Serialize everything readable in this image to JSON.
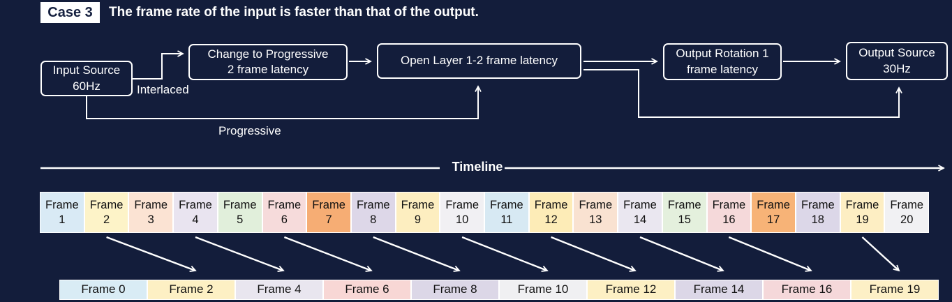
{
  "colors": {
    "background": "#131d3b",
    "line": "#ffffff",
    "box_border": "#ffffff",
    "box_text": "#ffffff",
    "case_box_bg": "#ffffff",
    "case_box_text": "#15203f",
    "frame_text": "#111111"
  },
  "header": {
    "case_label": "Case 3",
    "title": "The frame rate of the input is faster than that of the output."
  },
  "flowchart": {
    "nodes": {
      "input": {
        "line1": "Input Source",
        "line2": "60Hz"
      },
      "progressive": {
        "line1": "Change to Progressive",
        "line2": "2 frame latency"
      },
      "openlayer": {
        "line1": "Open Layer 1-2 frame latency",
        "line2": ""
      },
      "rotation": {
        "line1": "Output Rotation 1",
        "line2": "frame latency"
      },
      "output": {
        "line1": "Output Source",
        "line2": "30Hz"
      }
    },
    "edge_labels": {
      "interlaced": "Interlaced",
      "progressive": "Progressive"
    }
  },
  "timeline": {
    "label": "Timeline"
  },
  "input_frames": [
    {
      "label": "Frame",
      "number": "1",
      "color": "#d9eaf5"
    },
    {
      "label": "Frame",
      "number": "2",
      "color": "#fdf3c8"
    },
    {
      "label": "Frame",
      "number": "3",
      "color": "#fbe3d3"
    },
    {
      "label": "Frame",
      "number": "4",
      "color": "#e9e4f0"
    },
    {
      "label": "Frame",
      "number": "5",
      "color": "#e1efdb"
    },
    {
      "label": "Frame",
      "number": "6",
      "color": "#f6dbdb"
    },
    {
      "label": "Frame",
      "number": "7",
      "color": "#f6ad74"
    },
    {
      "label": "Frame",
      "number": "8",
      "color": "#ddd7e8"
    },
    {
      "label": "Frame",
      "number": "9",
      "color": "#fdeec0"
    },
    {
      "label": "Frame",
      "number": "10",
      "color": "#f1f0f3"
    },
    {
      "label": "Frame",
      "number": "11",
      "color": "#d7e9f3"
    },
    {
      "label": "Frame",
      "number": "12",
      "color": "#fdecb7"
    },
    {
      "label": "Frame",
      "number": "13",
      "color": "#f9e2d1"
    },
    {
      "label": "Frame",
      "number": "14",
      "color": "#eae7f0"
    },
    {
      "label": "Frame",
      "number": "15",
      "color": "#e4f0dd"
    },
    {
      "label": "Frame",
      "number": "16",
      "color": "#f5d9da"
    },
    {
      "label": "Frame",
      "number": "17",
      "color": "#f7b377"
    },
    {
      "label": "Frame",
      "number": "18",
      "color": "#dcd7e8"
    },
    {
      "label": "Frame",
      "number": "19",
      "color": "#fdeec3"
    },
    {
      "label": "Frame",
      "number": "20",
      "color": "#f1f1f3"
    }
  ],
  "output_frames": [
    {
      "label": "Frame 0",
      "color": "#d9ecf5"
    },
    {
      "label": "Frame 2",
      "color": "#fdf0c4"
    },
    {
      "label": "Frame 4",
      "color": "#e9e6ef"
    },
    {
      "label": "Frame 6",
      "color": "#f8d7d5"
    },
    {
      "label": "Frame 8",
      "color": "#dcd7e7"
    },
    {
      "label": "Frame 10",
      "color": "#f0f0f2"
    },
    {
      "label": "Frame 12",
      "color": "#fdf0c4"
    },
    {
      "label": "Frame 14",
      "color": "#dcd7e7"
    },
    {
      "label": "Frame 16",
      "color": "#f5d8da"
    },
    {
      "label": "Frame 19",
      "color": "#fdf0c6"
    }
  ],
  "frame_mappings": [
    {
      "from_input": 2,
      "to_output_index": 1
    },
    {
      "from_input": 4,
      "to_output_index": 2
    },
    {
      "from_input": 6,
      "to_output_index": 3
    },
    {
      "from_input": 8,
      "to_output_index": 4
    },
    {
      "from_input": 10,
      "to_output_index": 5
    },
    {
      "from_input": 12,
      "to_output_index": 6
    },
    {
      "from_input": 14,
      "to_output_index": 7
    },
    {
      "from_input": 16,
      "to_output_index": 8
    },
    {
      "from_input": 19,
      "to_output_index": 9
    }
  ]
}
